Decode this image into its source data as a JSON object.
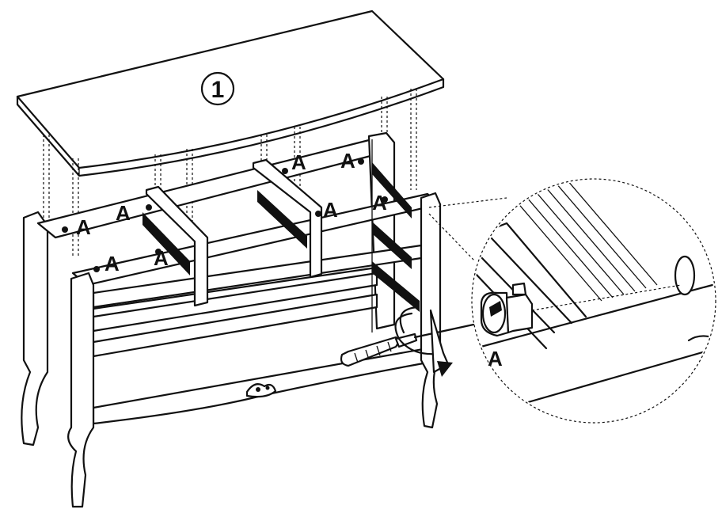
{
  "step": {
    "number": "1"
  },
  "part_label": "A",
  "callouts": [
    {
      "id": "a1"
    },
    {
      "id": "a2"
    },
    {
      "id": "a3"
    },
    {
      "id": "a4"
    },
    {
      "id": "a5"
    },
    {
      "id": "a6"
    },
    {
      "id": "a7"
    },
    {
      "id": "a8"
    },
    {
      "id": "a9"
    }
  ],
  "colors": {
    "ink": "#111111",
    "paper": "#ffffff"
  }
}
